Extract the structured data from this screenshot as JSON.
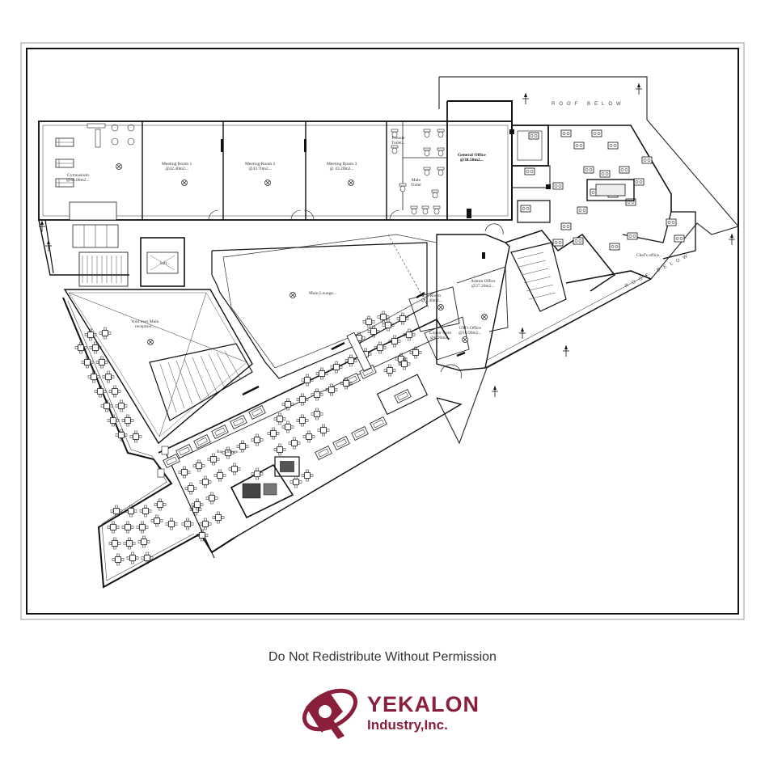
{
  "rooms": {
    "gymnasium": {
      "name": "Gymnasium",
      "area": "@45.00m2..."
    },
    "meeting_room_1": {
      "name": "Meeting Room 1",
      "area": "@42.40m2..."
    },
    "meeting_room_2": {
      "name": "Meeting Room 2",
      "area": "@43.70m2..."
    },
    "meeting_room_3": {
      "name": "Meeting Room 3",
      "area": "@ 43.20m2..."
    },
    "female_toilet": {
      "name": "Female",
      "line2": "Toilet..."
    },
    "male_toilet": {
      "name": "Male",
      "line2": "Toilet"
    },
    "general_office": {
      "name": "General Office",
      "area": "@38.50m2..."
    },
    "lift": {
      "name": "Lift..."
    },
    "main_lounge": {
      "name": "Main Lounge..."
    },
    "void": {
      "name": "Void over Main",
      "line2": "reception..."
    },
    "it_room": {
      "name": "I.T. Room",
      "area": "@7.40m2..."
    },
    "admin_office": {
      "name": "Admin Office",
      "area": "@27.20m2..."
    },
    "liquor_store": {
      "name": "Liquor store",
      "area": "@6.20m2..."
    },
    "gm_office": {
      "name": "GM's Office",
      "area": "@10.90m2..."
    },
    "chefs_office": {
      "name": "Chef's office..."
    },
    "bar_lounge": {
      "name": "Bar Lounge..."
    }
  },
  "roof_labels": {
    "top": "ROOF BELOW",
    "right": "ROOF BELOW"
  },
  "footer": {
    "notice": "Do Not Redistribute Without Permission"
  },
  "brand": {
    "name": "YEKALON",
    "sub": "Industry,Inc.",
    "color": "#8a1f3c"
  }
}
